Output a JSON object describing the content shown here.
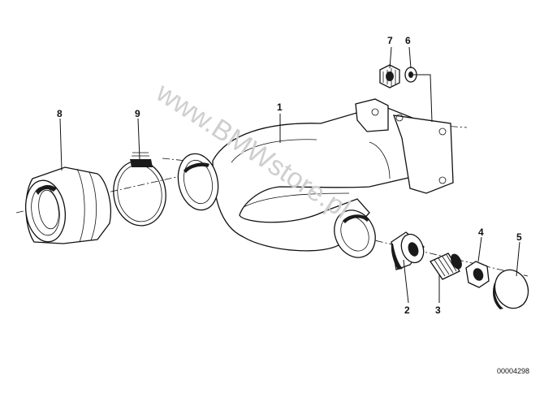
{
  "watermark": "www.BMWstore.pl",
  "document_number": "00004298",
  "callouts": [
    {
      "id": "p1",
      "label": "1"
    },
    {
      "id": "p2",
      "label": "2"
    },
    {
      "id": "p3",
      "label": "3"
    },
    {
      "id": "p4",
      "label": "4"
    },
    {
      "id": "p5",
      "label": "5"
    },
    {
      "id": "p6",
      "label": "6"
    },
    {
      "id": "p7",
      "label": "7"
    },
    {
      "id": "p8",
      "label": "8"
    },
    {
      "id": "p9",
      "label": "9"
    }
  ]
}
